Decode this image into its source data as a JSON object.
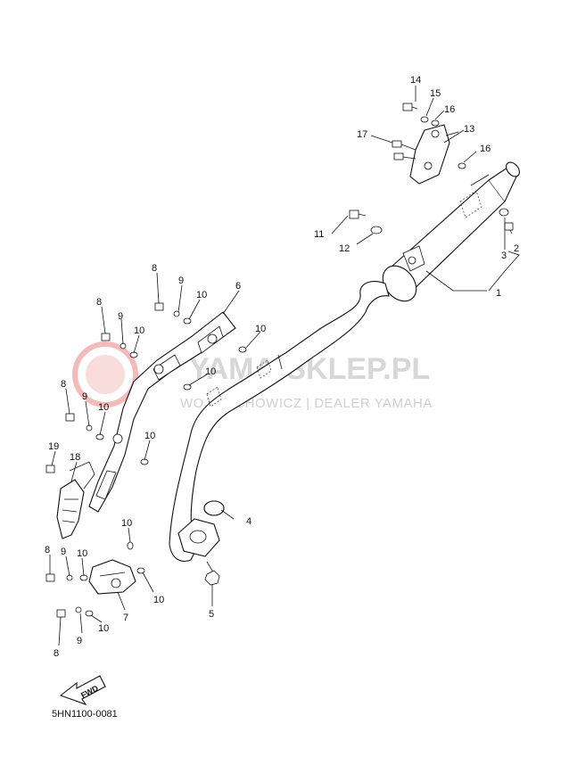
{
  "watermark": {
    "title": "YAMA-SKLEP.PL",
    "subtitle": "WOJCIECHOWICZ | DEALER YAMAHA",
    "logo_color": "#e23b3b"
  },
  "fwd_label": "FWD",
  "diagram_code": "5HN1100-0081",
  "callouts": [
    "14",
    "15",
    "16",
    "13",
    "17",
    "16",
    "11",
    "12",
    "2",
    "3",
    "1",
    "8",
    "9",
    "10",
    "6",
    "8",
    "9",
    "10",
    "10",
    "10",
    "8",
    "9",
    "10",
    "10",
    "19",
    "18",
    "4",
    "10",
    "8",
    "9",
    "10",
    "10",
    "7",
    "5",
    "9",
    "10",
    "8"
  ]
}
